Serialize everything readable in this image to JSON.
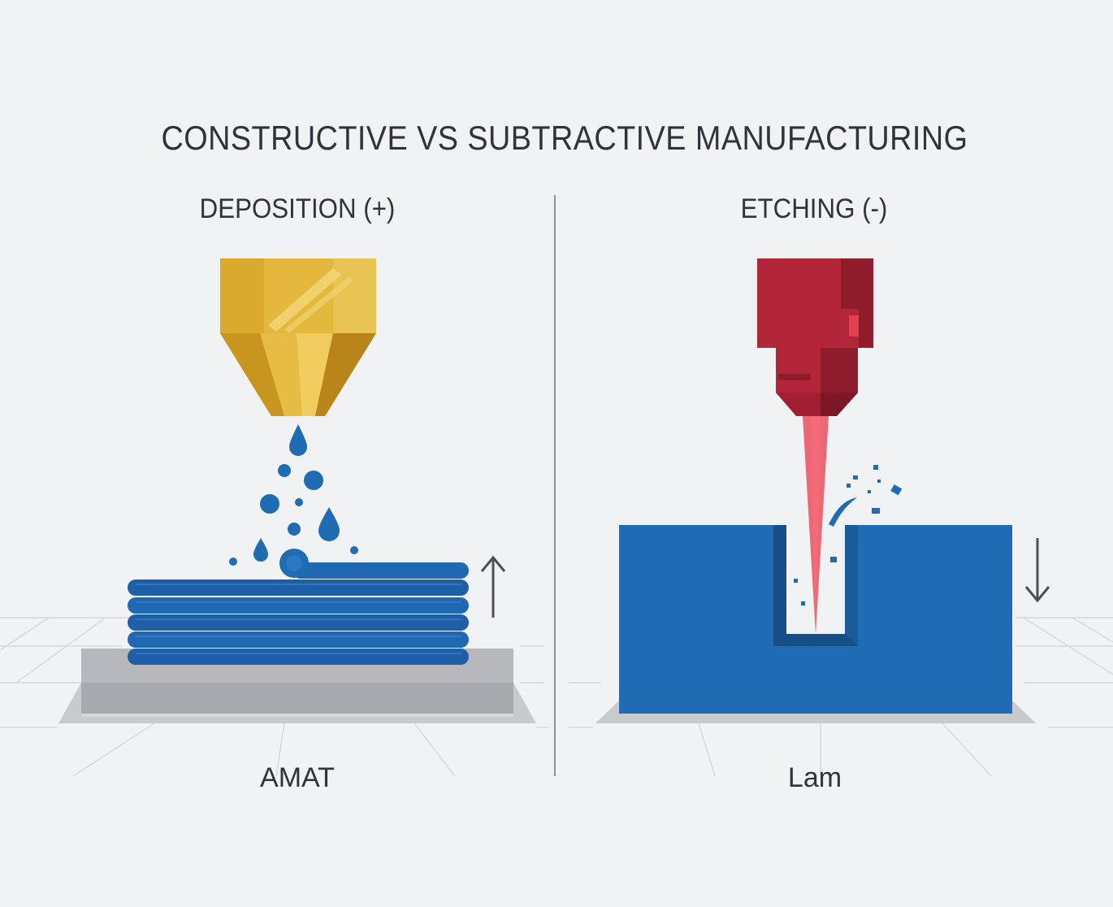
{
  "title": "CONSTRUCTIVE VS SUBTRACTIVE MANUFACTURING",
  "left_panel": {
    "heading": "DEPOSITION (+)",
    "caption": "AMAT",
    "direction": "up"
  },
  "right_panel": {
    "heading": "ETCHING (-)",
    "caption": "Lam",
    "direction": "down"
  },
  "colors": {
    "background": "#f1f2f3",
    "text": "#2f343a",
    "material_blue": "#1f6cb5",
    "nozzle_gold": "#e3b83c",
    "etcher_red": "#b3263a",
    "laser_red": "#e8394a",
    "platform_gray": "#b9bbbe",
    "divider": "#8e9297"
  }
}
